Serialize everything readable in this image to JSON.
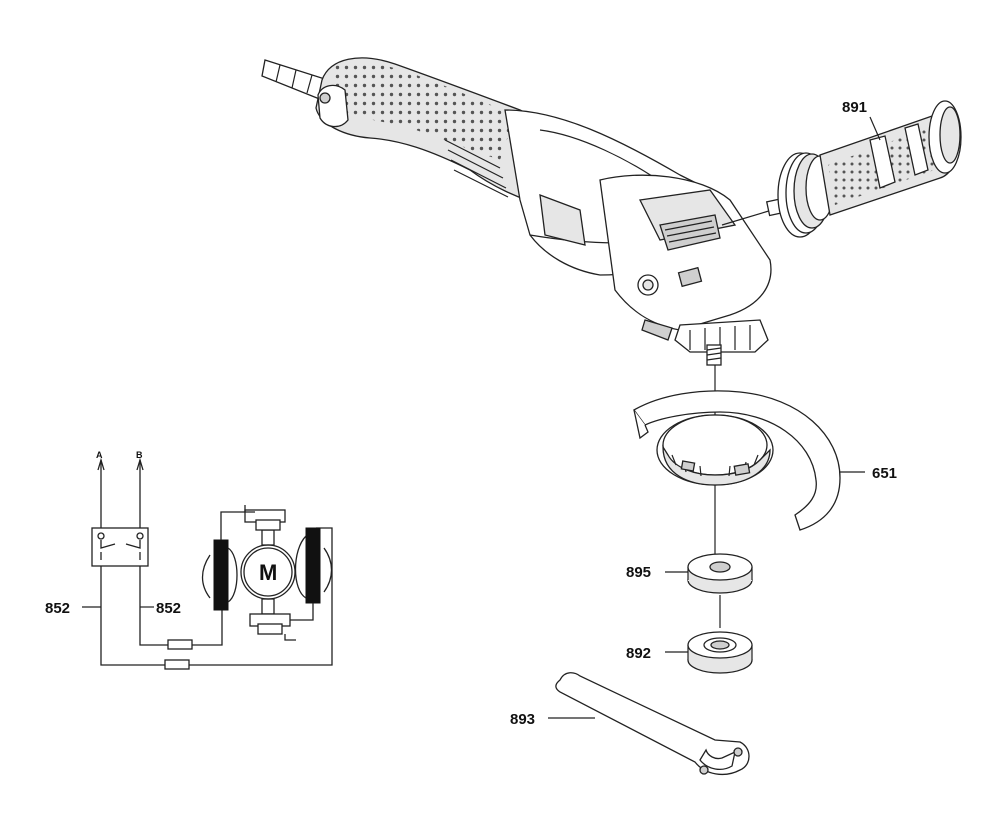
{
  "part_labels": {
    "handle": "891",
    "guard": "651",
    "flange_inner": "895",
    "flange_outer": "892",
    "wrench": "893",
    "cable_left": "852",
    "cable_right": "852"
  },
  "schematic": {
    "terminal_a": "A",
    "terminal_b": "B",
    "motor": "M"
  }
}
